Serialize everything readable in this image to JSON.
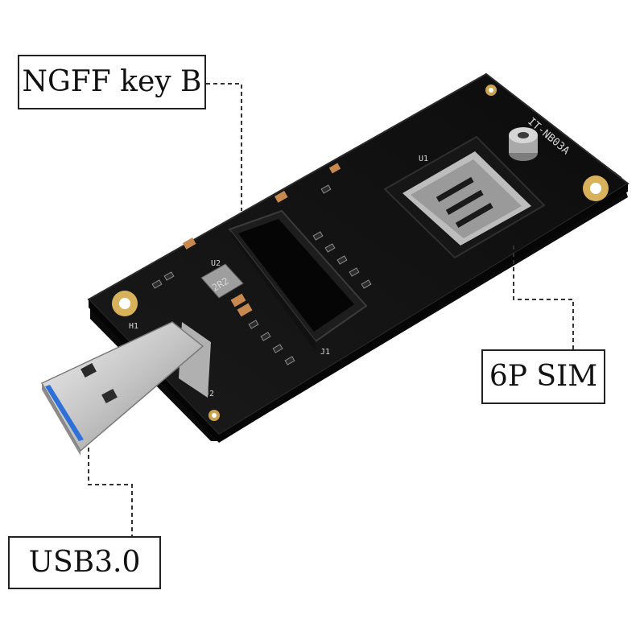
{
  "callouts": {
    "ngff": "NGFF key B",
    "sim": "6P SIM",
    "usb": "USB3.0"
  },
  "board_markings": {
    "model": "IT-NB03A",
    "inductor": "2R2",
    "ref_j1": "J1",
    "ref_j2": "J2",
    "ref_h1": "H1",
    "ref_u1": "U1",
    "ref_u2": "U2"
  },
  "colors": {
    "pcb": "#141414",
    "usb_tongue": "#2f6fd8",
    "metal": "#c9c9c9",
    "mounting_hole": "#d8b25a",
    "leader_line": "#333333"
  }
}
